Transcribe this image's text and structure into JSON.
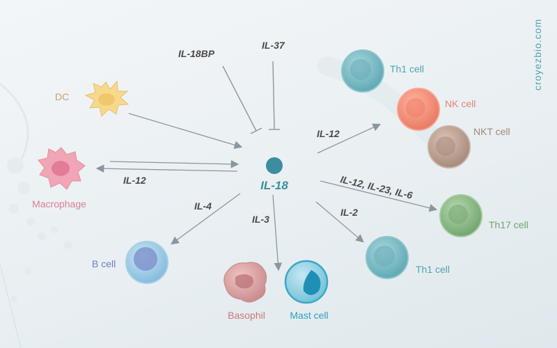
{
  "watermark": "croyezbio.com",
  "center": {
    "label": "IL-18",
    "color": "#3a8ea0"
  },
  "cells": {
    "dc": {
      "label": "DC",
      "color": "#c3a368"
    },
    "macrophage": {
      "label": "Macrophage",
      "color": "#d87f93"
    },
    "th1_top": {
      "label": "Th1 cell",
      "color": "#4fa3b0"
    },
    "nk": {
      "label": "NK cell",
      "color": "#e7836f"
    },
    "nkt": {
      "label": "NKT cell",
      "color": "#a4877a"
    },
    "th17": {
      "label": "Th17 cell",
      "color": "#6fa46f"
    },
    "th1_bottom": {
      "label": "Th1 cell",
      "color": "#4fa3b0"
    },
    "basophil": {
      "label": "Basophil",
      "color": "#c9787a"
    },
    "mast": {
      "label": "Mast cell",
      "color": "#2f9fbd"
    },
    "b_cell": {
      "label": "B cell",
      "color": "#6c7fc6"
    }
  },
  "cytokines": {
    "il18bp": "IL-18BP",
    "il37": "IL-37",
    "il12_to_th1": "IL-12",
    "il12_from_macrophage": "IL-12",
    "il12_23_6": "IL-12, IL-23, IL-6",
    "il2": "IL-2",
    "il4": "IL-4",
    "il3": "IL-3"
  }
}
